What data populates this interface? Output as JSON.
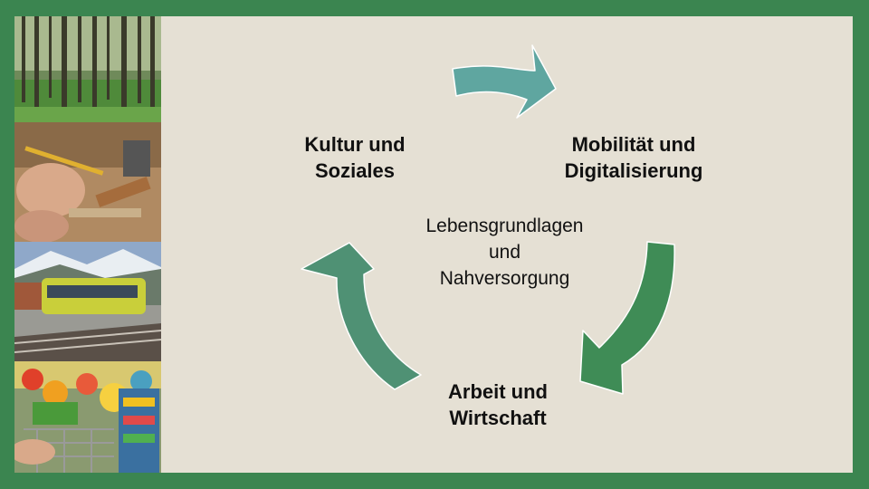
{
  "diagram": {
    "center": {
      "lines": [
        "Lebensgrundlagen",
        "und",
        "Nahversorgung"
      ]
    },
    "nodes": {
      "kultur": {
        "lines": [
          "Kultur und",
          "Soziales"
        ]
      },
      "mobilitaet": {
        "lines": [
          "Mobilität und",
          "Digitalisierung"
        ]
      },
      "arbeit": {
        "lines": [
          "Arbeit und",
          "Wirtschaft"
        ]
      }
    }
  },
  "photos": [
    "forest-photo",
    "carpentry-photo",
    "tram-station-photo",
    "supermarket-photo"
  ],
  "colors": {
    "frame": "#3b8550",
    "background": "#e5e0d4",
    "arrow_teal": "#5fa6a0",
    "arrow_green": "#3f8c56",
    "arrow_sage": "#4f9174"
  }
}
